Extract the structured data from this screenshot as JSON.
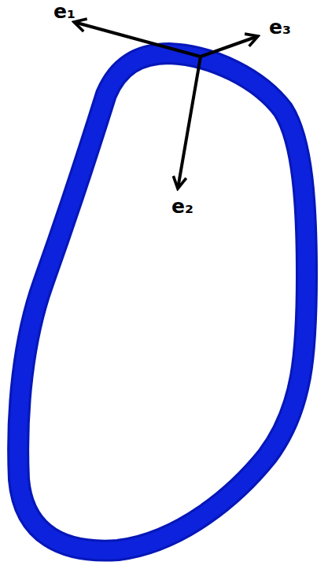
{
  "diagram": {
    "labels": [
      "e₁",
      "e₃",
      "e₂"
    ]
  }
}
